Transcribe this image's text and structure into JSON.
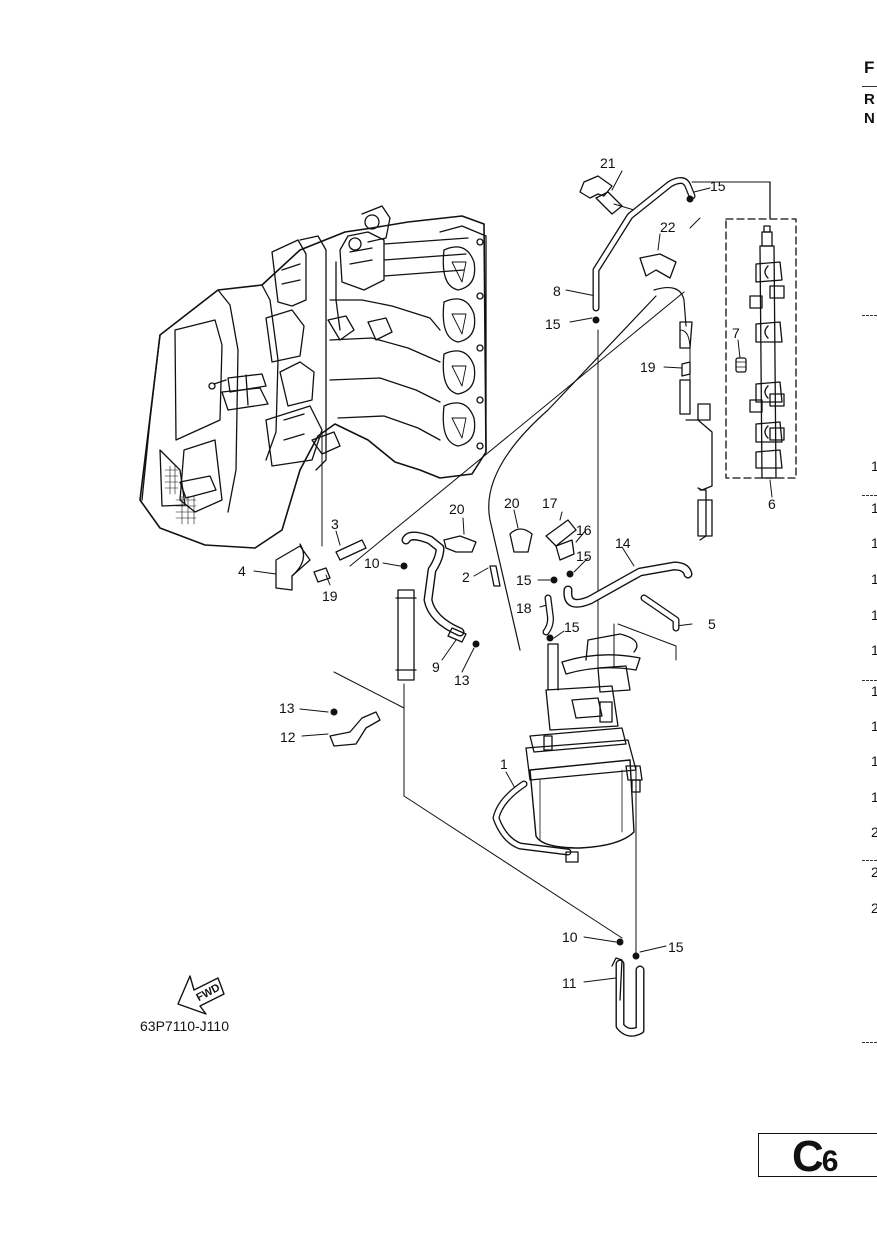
{
  "part_code": "63P7110-J110",
  "fwd_label": "FWD",
  "page_code_letter": "C",
  "page_code_number": "6",
  "right_edge": {
    "letters": [
      "F",
      "R",
      "N"
    ],
    "numbers": [
      "1",
      "1",
      "1",
      "1",
      "1",
      "1",
      "1",
      "1",
      "1",
      "1",
      "2",
      "2",
      "2"
    ]
  },
  "callouts": [
    "1",
    "2",
    "3",
    "4",
    "5",
    "6",
    "7",
    "8",
    "9",
    "10",
    "10",
    "11",
    "12",
    "13",
    "13",
    "14",
    "15",
    "15",
    "15",
    "15",
    "15",
    "15",
    "16",
    "17",
    "18",
    "19",
    "19",
    "20",
    "20",
    "21",
    "22"
  ],
  "colors": {
    "line": "#111111",
    "paper": "#ffffff",
    "detail": "#555555"
  }
}
